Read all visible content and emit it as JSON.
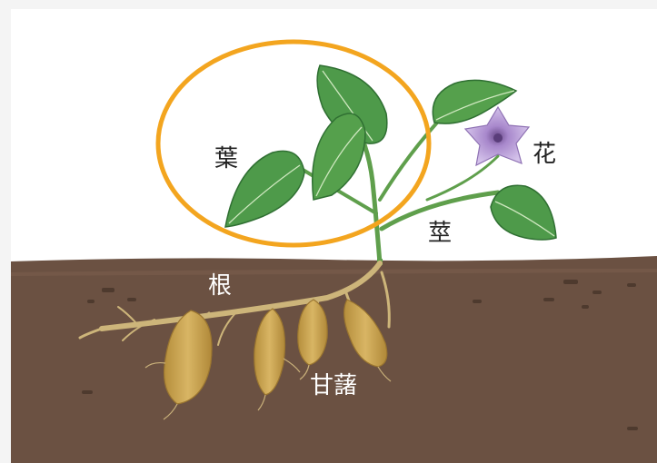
{
  "labels": {
    "leaf": "葉",
    "flower": "花",
    "stem": "莖",
    "root": "根",
    "tuber": "甘藷"
  },
  "colors": {
    "soil": "#6b5142",
    "highlight_ring": "#f3a51f",
    "leaf": "#4e9a4a",
    "flower": "#b89ad6",
    "tuber": "#c9a450"
  }
}
